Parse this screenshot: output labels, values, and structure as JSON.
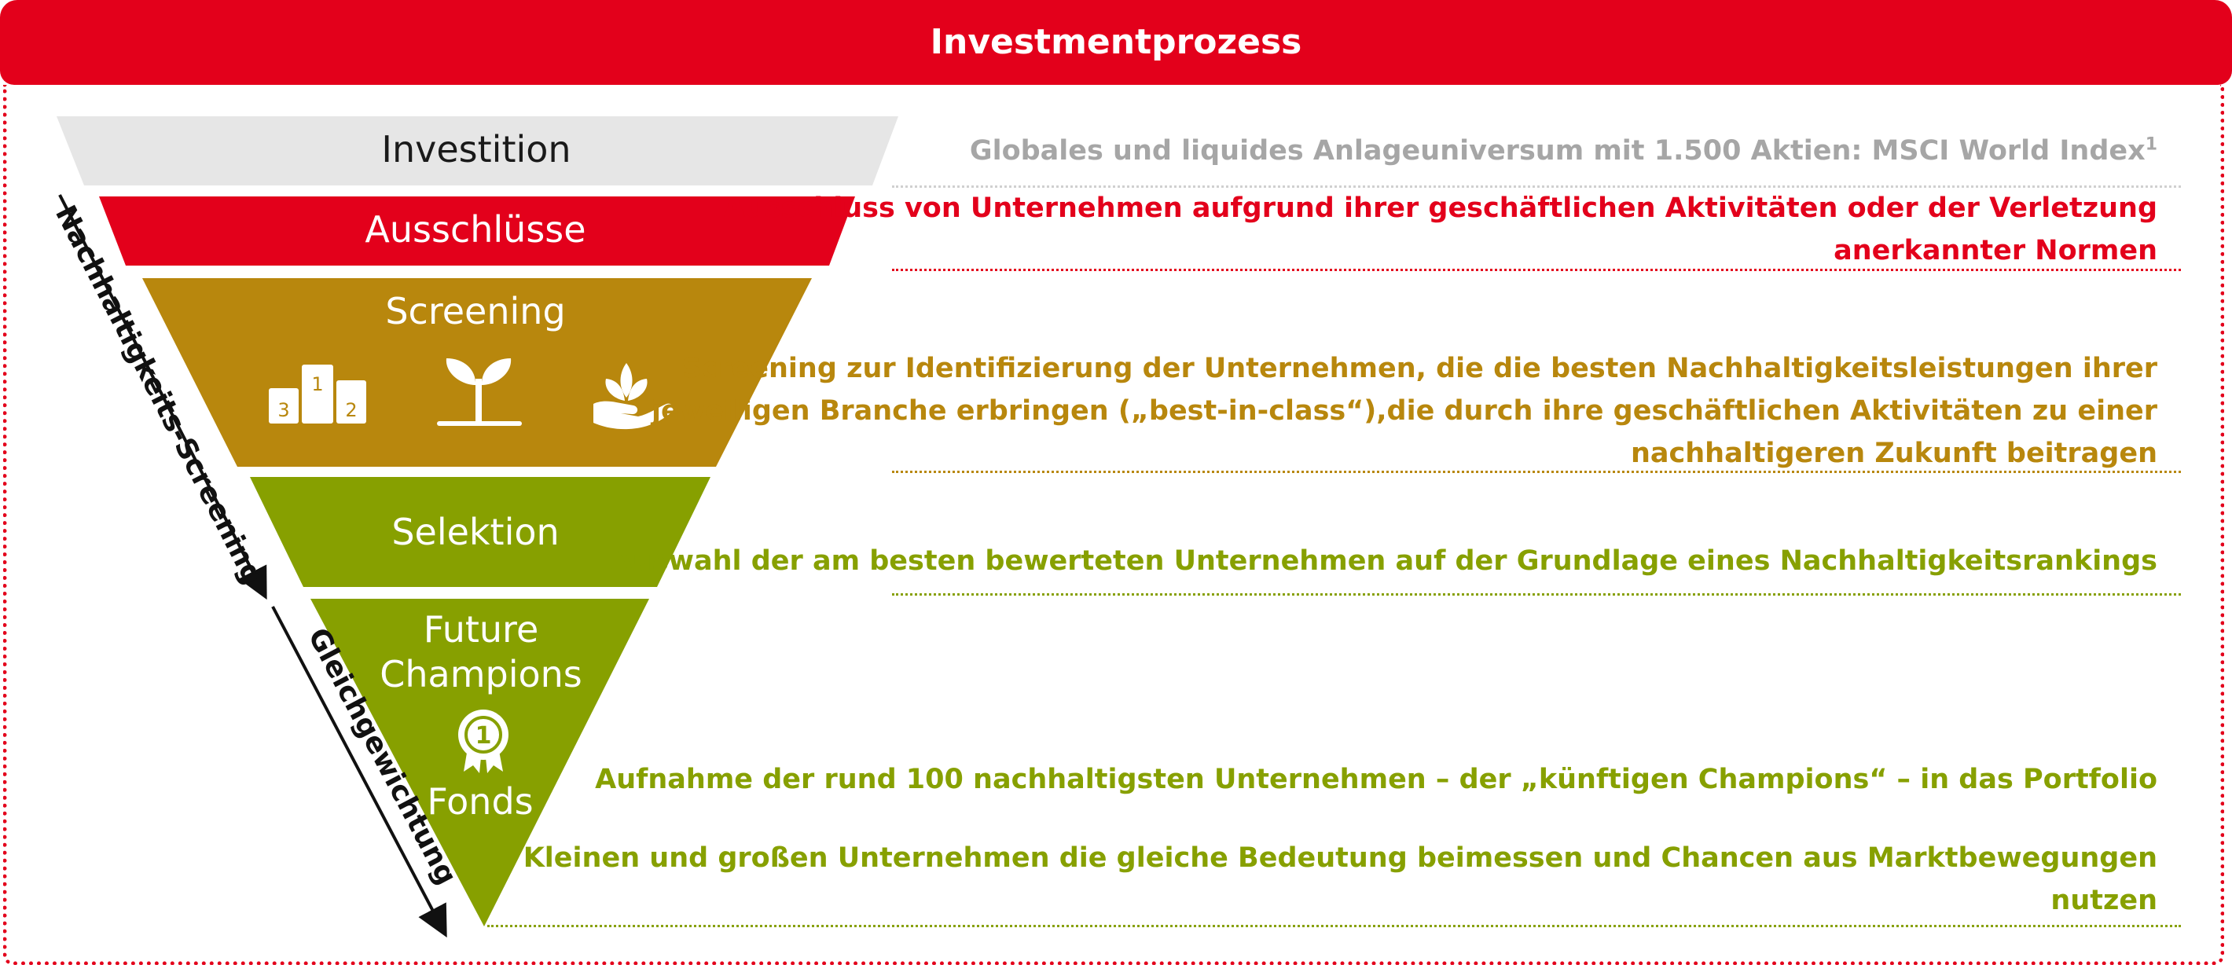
{
  "header": {
    "title": "Investmentprozess"
  },
  "colors": {
    "red": "#e3001b",
    "gray": "#e6e6e6",
    "gray_text": "#a6a6a6",
    "gold": "#b8870d",
    "green": "#87a000",
    "white": "#ffffff",
    "black": "#111111"
  },
  "levels": {
    "investition": "Investition",
    "ausschluesse": "Ausschlüsse",
    "screening": "Screening",
    "selektion": "Selektion",
    "future_line1": "Future",
    "future_line2": "Champions",
    "fonds": "Fonds"
  },
  "podium": {
    "first": "1",
    "second": "2",
    "third": "3"
  },
  "medal": {
    "number": "1"
  },
  "icons": [
    "podium-icon",
    "sprout-icon",
    "hand-plant-icon",
    "medal-icon"
  ],
  "side_labels": {
    "screening": "Nachhaltigkeits-Screening",
    "weighting": "Gleichgewichtung"
  },
  "descriptions": {
    "investition": "Globales und liquides Anlageuniversum mit 1.500 Aktien: MSCI World Index",
    "investition_sup": "1",
    "ausschluesse_l1": "Ausschluss von Unternehmen aufgrund ihrer geschäftlichen Aktivitäten oder der Verletzung",
    "ausschluesse_l2": "anerkannter Normen",
    "screening_l1": "Screening zur Identifizierung der Unternehmen, die die besten Nachhaltigkeitsleistungen ihrer",
    "screening_l2": "jeweiligen Branche erbringen („best-in-class“),die durch ihre geschäftlichen Aktivitäten zu einer",
    "screening_l3": "nachhaltigeren Zukunft beitragen",
    "selektion": "Auswahl der am besten bewerteten Unternehmen auf der Grundlage eines Nachhaltigkeitsrankings",
    "fonds_1": "Aufnahme der rund 100 nachhaltigsten Unternehmen – der „künftigen Champions“ – in das Portfolio",
    "fonds_2_l1": "Kleinen und großen Unternehmen die gleiche Bedeutung beimessen und Chancen aus Marktbewegungen",
    "fonds_2_l2": "nutzen"
  }
}
